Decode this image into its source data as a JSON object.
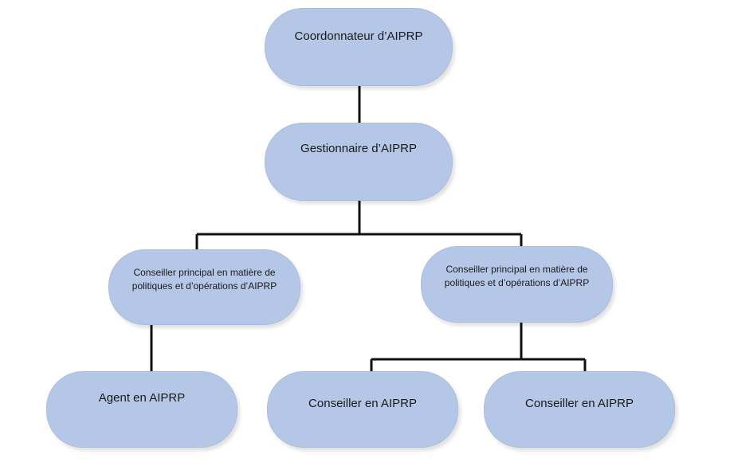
{
  "org_chart": {
    "coordinator": "Coordonnateur d’AIPRP",
    "manager": "Gestionnaire d’AIPRP",
    "senior_advisor_left": "Conseiller principal en matière de politiques et d’opérations d’AIPRP",
    "senior_advisor_right": "Conseiller principal en matière de politiques et d’opérations d’AIPRP",
    "officer": "Agent en AIPRP",
    "advisor_left": "Conseiller en AIPRP",
    "advisor_right": "Conseiller en AIPRP"
  },
  "colors": {
    "node_fill": "#b4c7e7",
    "connector": "#111111"
  }
}
